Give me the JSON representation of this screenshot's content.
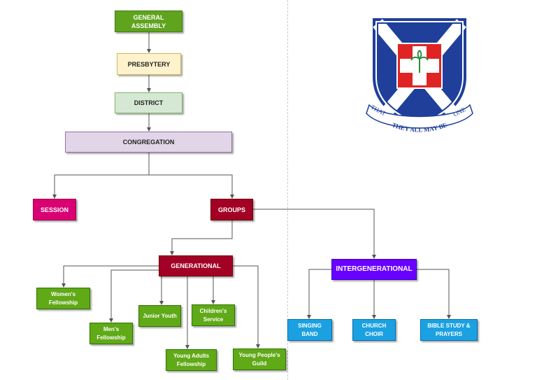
{
  "colors": {
    "general_assembly": "#5fa31e",
    "presbytery": "#fff2cc",
    "district": "#d5e8d4",
    "congregation": "#e1d5e7",
    "session": "#d80073",
    "groups": "#a20025",
    "generational": "#a20025",
    "generational_child": "#60a917",
    "intergenerational": "#6a00ff",
    "intergenerational_child": "#1ba1e2",
    "emblem_blue": "#1f3f9a",
    "emblem_red": "#e02424",
    "emblem_green": "#2e8b3e"
  },
  "nodes": {
    "general_assembly": "GENERAL ASSEMBLY",
    "presbytery": "PRESBYTERY",
    "district": "DISTRICT",
    "congregation": "CONGREGATION",
    "session": "SESSION",
    "groups": "GROUPS",
    "generational": "GENERATIONAL",
    "intergenerational": "INTERGENERATIONAL",
    "womens_fellowship": "Women's Fellowship",
    "mens_fellowship": "Men's Fellowship",
    "junior_youth": "Junior Youth",
    "childrens_service": "Children's Service",
    "young_adults_fellowship": "Young Adults Fellowship",
    "young_peoples_guild": "Young People's Guild",
    "singing_band": "SINGING BAND",
    "church_choir": "CHURCH CHOIR",
    "bible_study_prayers": "BIBLE STUDY & PRAYERS"
  },
  "emblem": {
    "motto_left": "THAT",
    "motto_right": "ONE",
    "motto_bottom": "THEY ALL MAY BE"
  }
}
